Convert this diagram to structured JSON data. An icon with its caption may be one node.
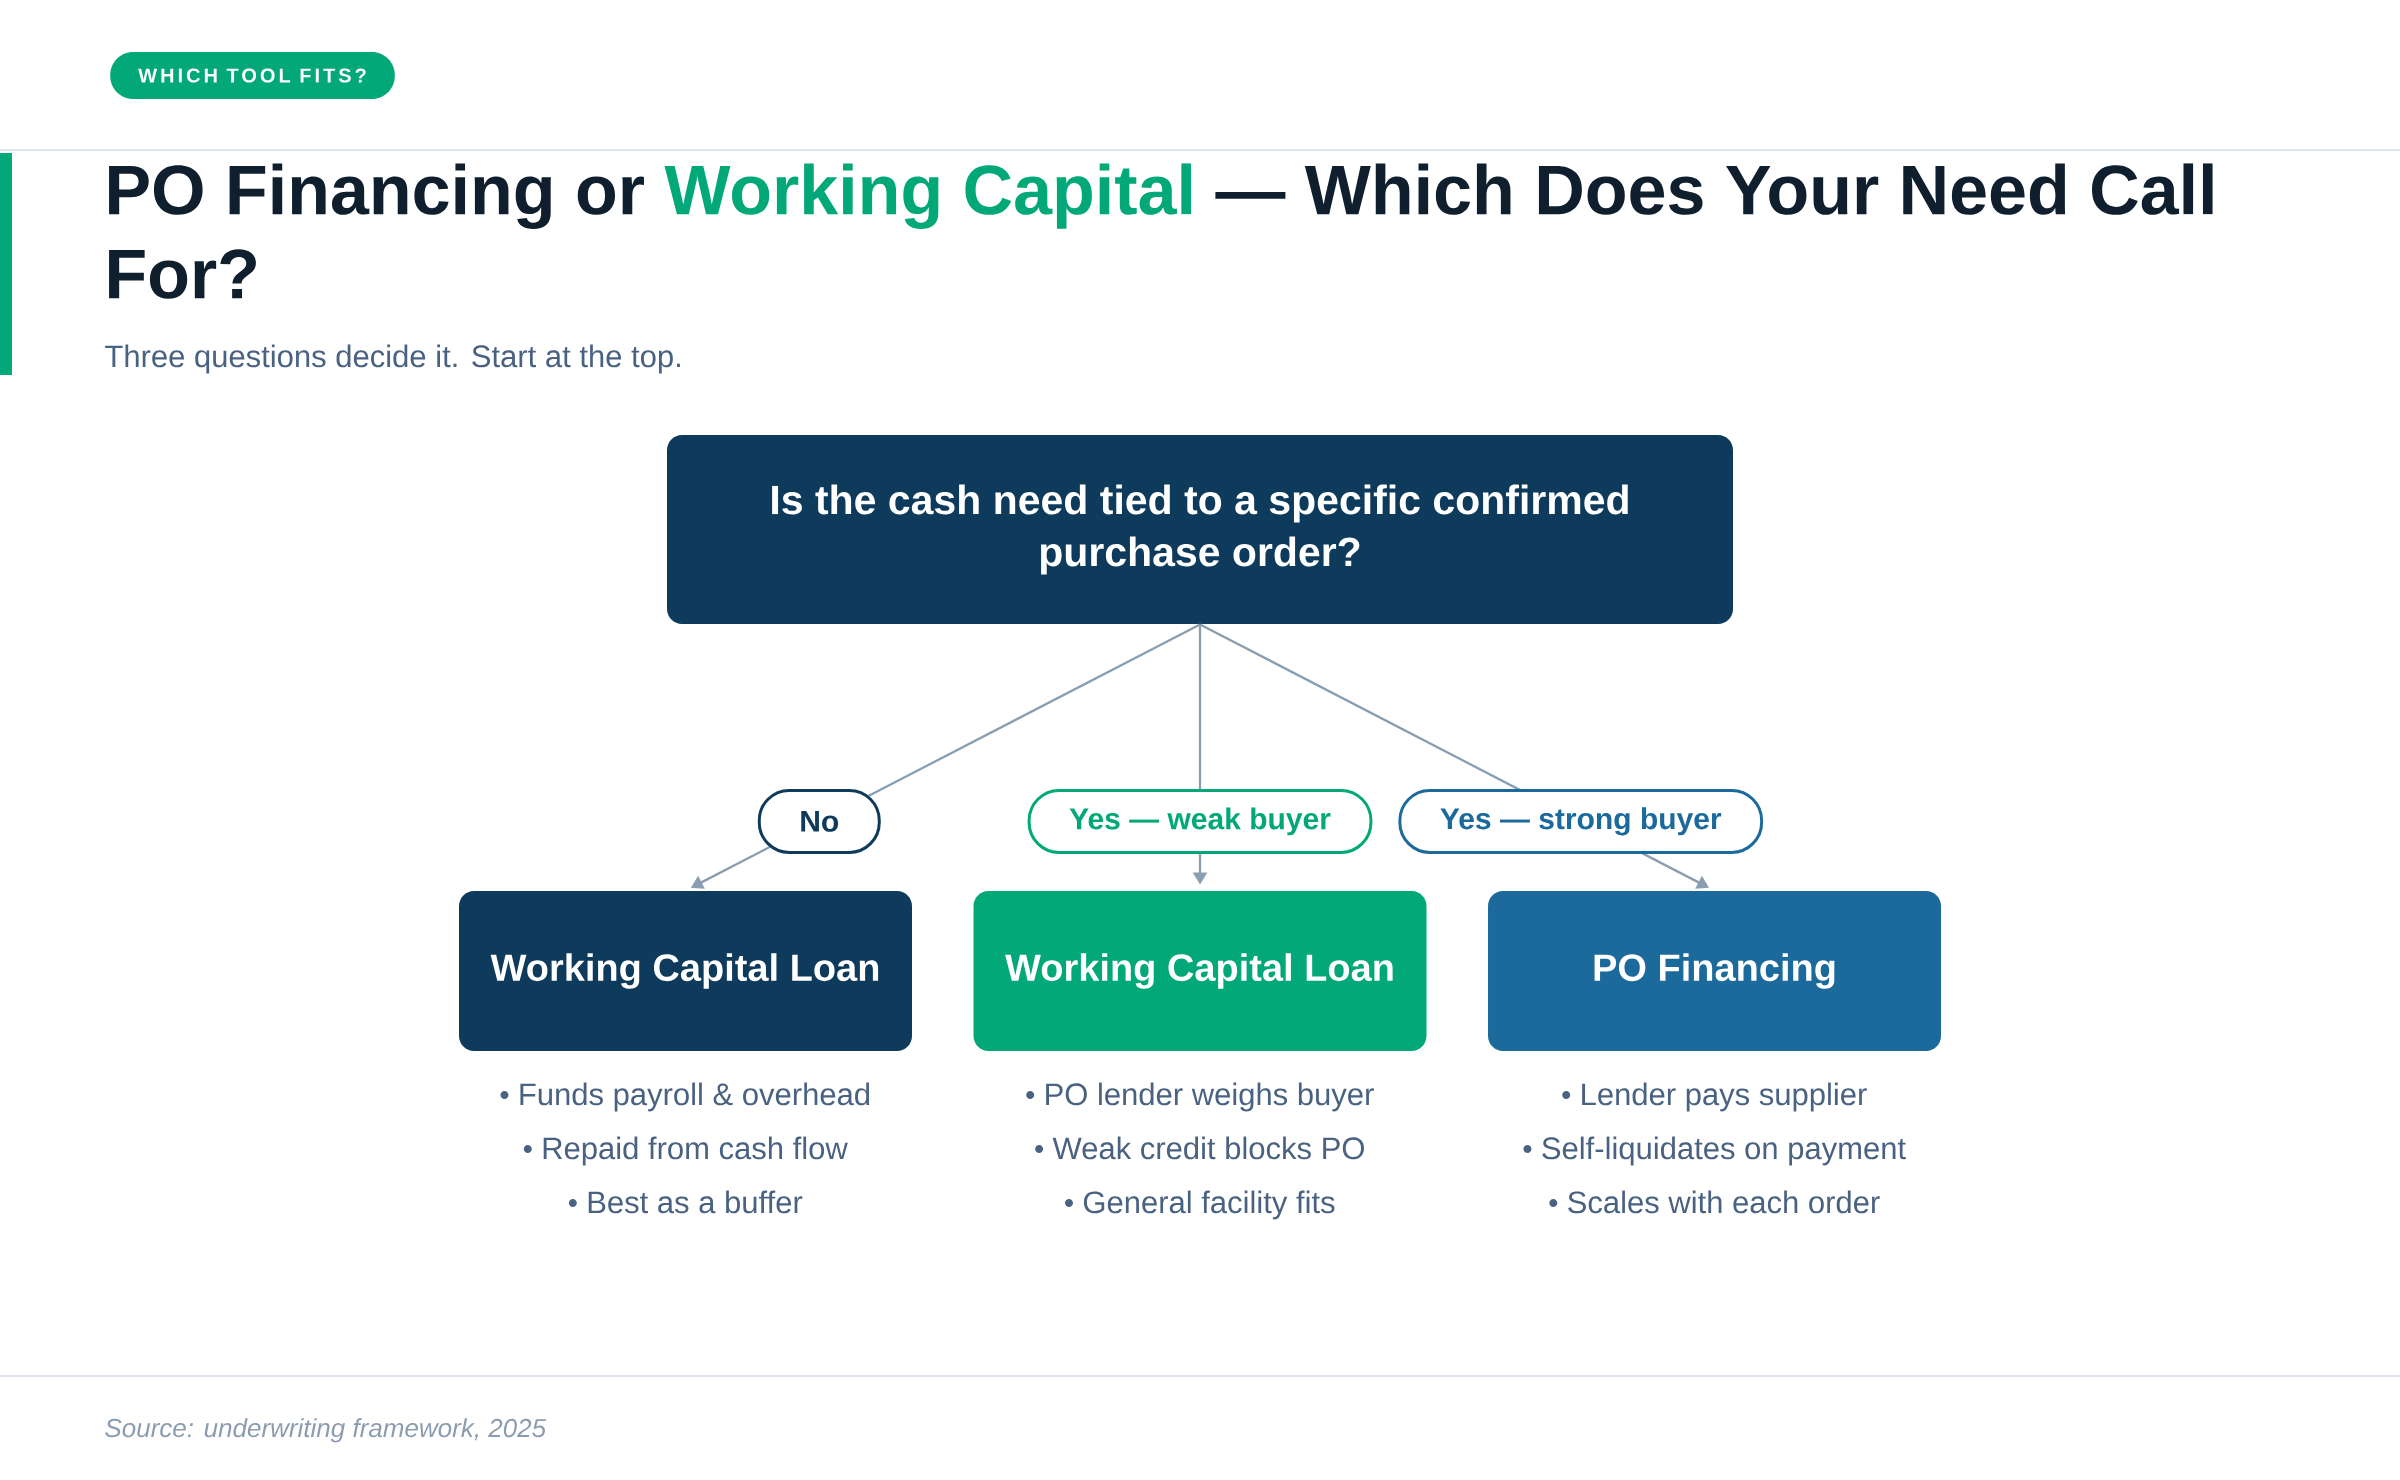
{
  "diagram": {
    "title": "PO Financing or **Working Capital** — Which Does Your Need Call For?",
    "caption": "Source: underwriting framework, 2025",
    "nodes": [
      {
        "text": [
          "Is the cash need tied to a specific confirmed purchase order?"
        ]
      },
      {
        "text": [
          "Working Capital Loan"
        ],
        "beside": [
          "Funds payroll & overhead",
          "Repaid from cash flow",
          "Best as a buffer"
        ]
      },
      {
        "text": [
          "Working Capital Loan"
        ],
        "beside": [
          "PO lender weighs buyer",
          "Weak credit blocks PO",
          "General facility fits"
        ]
      },
      {
        "text": [
          "PO Financing"
        ],
        "beside": [
          "Lender pays supplier",
          "Self-liquidates on payment",
          "Scales with each order"
        ]
      }
    ],
    "edges": [
      {
        "from": 0,
        "to": 1,
        "arrow": "to",
        "label": "No"
      },
      {
        "from": 0,
        "to": 2,
        "arrow": "to",
        "label": "Yes — weak buyer"
      },
      {
        "from": 0,
        "to": 3,
        "arrow": "to",
        "label": "Yes — strong buyer"
      }
    ],
    "labels": [
      "WHICH TOOL FITS?",
      "Three questions decide it. Start at the top."
    ]
  }
}
